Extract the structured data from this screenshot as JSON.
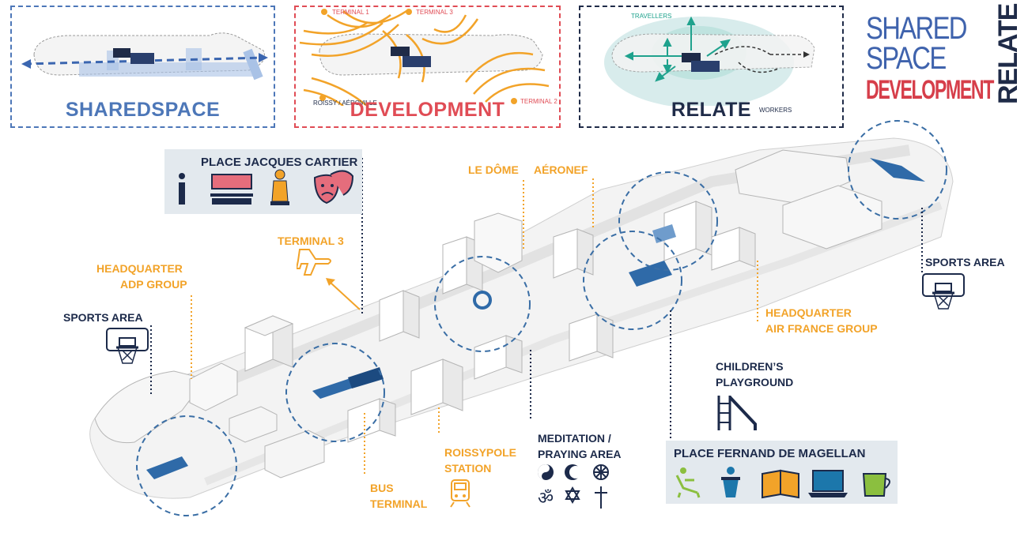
{
  "panels": {
    "sharedspace": {
      "title": "SHAREDSPACE",
      "color": "#4d77b8"
    },
    "development": {
      "title": "DEVELOPMENT",
      "color": "#e04c55",
      "labels": [
        "TERMINAL 1",
        "TERMINAL 3",
        "ROISSY / AÉROVILLE",
        "TERMINAL 2"
      ]
    },
    "relate": {
      "title": "RELATE",
      "color": "#1f2b48",
      "labels": [
        "TRAVELLERS",
        "WORKERS"
      ]
    }
  },
  "logo": {
    "line1": "SHARED",
    "line2": "SPACE",
    "line3": "DEVELOPMENT",
    "vertical": "RELATE",
    "colors": {
      "blue": "#3f63ad",
      "red": "#d63e4a",
      "navy": "#1f2b48"
    }
  },
  "labels": {
    "place_jacques_cartier": "PLACE JACQUES CARTIER",
    "le_dome": "LE DÔME",
    "aeronef": "AÉRONEF",
    "terminal3": "TERMINAL 3",
    "hq_adp_line1": "HEADQUARTER",
    "hq_adp_line2": "ADP GROUP",
    "sports_left": "SPORTS AREA",
    "sports_right": "SPORTS AREA",
    "hq_af_line1": "HEADQUARTER",
    "hq_af_line2": "AIR FRANCE GROUP",
    "children_line1": "CHILDREN’S",
    "children_line2": "PLAYGROUND",
    "meditation_line1": "MEDITATION /",
    "meditation_line2": "PRAYING AREA",
    "roissypole_line1": "ROISSYPOLE",
    "roissypole_line2": "STATION",
    "bus_line1": "BUS",
    "bus_line2": "TERMINAL",
    "place_fernand": "PLACE FERNAND DE MAGELLAN"
  },
  "icons": {
    "jacques_cartier": [
      "info-icon",
      "cinema-icon",
      "statue-icon",
      "theatre-masks-icon"
    ],
    "fernand": [
      "lounge-chair-icon",
      "speaker-podium-icon",
      "open-book-icon",
      "laptop-icon",
      "coffee-cup-icon"
    ],
    "meditation": [
      "yin-yang-icon",
      "crescent-star-icon",
      "dharma-wheel-icon",
      "om-icon",
      "star-of-david-icon",
      "cross-icon"
    ]
  },
  "colors": {
    "orange": "#f2a329",
    "navy": "#1c2a4a",
    "blue": "#2f6aa8",
    "dashed_circle": "#3a6ea5"
  }
}
